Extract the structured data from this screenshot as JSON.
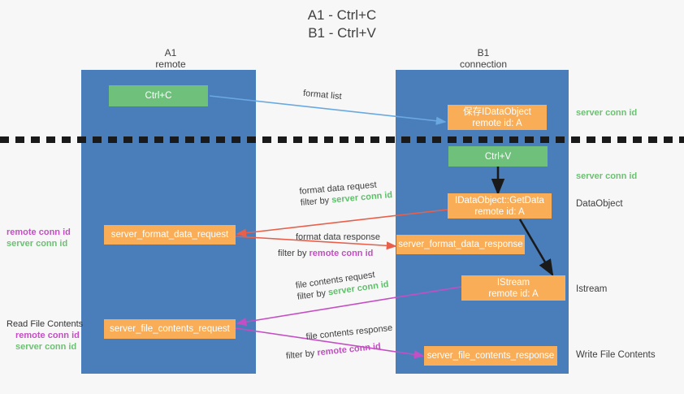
{
  "title": {
    "line1": "A1 - Ctrl+C",
    "line2": "B1 - Ctrl+V"
  },
  "columns": {
    "left": {
      "name": "A1",
      "role": "remote"
    },
    "right": {
      "name": "B1",
      "role": "connection"
    }
  },
  "boxes": {
    "ctrl_c": {
      "label": "Ctrl+C"
    },
    "ctrl_v": {
      "label": "Ctrl+V"
    },
    "idataobject": {
      "line1": "保存IDataObject",
      "line2": "remote id: A"
    },
    "getdata": {
      "line1": "IDataObject::GetData",
      "line2": "remote id: A"
    },
    "istream": {
      "line1": "IStream",
      "line2": "remote id: A"
    },
    "format_data_request": {
      "label": "server_format_data_request"
    },
    "format_data_response": {
      "label": "server_format_data_response"
    },
    "file_contents_request": {
      "label": "server_file_contents_request"
    },
    "file_contents_response": {
      "label": "server_file_contents_response"
    }
  },
  "edges": {
    "format_list": {
      "label": "format list"
    },
    "format_data_request": {
      "label": "format data request",
      "filter_prefix": "filter by ",
      "filter_value": "server conn id"
    },
    "format_data_response": {
      "label": "format data response",
      "filter_prefix": "filter by ",
      "filter_value": "remote conn id"
    },
    "file_contents_request": {
      "label": "file contents request",
      "filter_prefix": "filter by ",
      "filter_value": "server conn id"
    },
    "file_contents_response": {
      "label": "file contents response",
      "filter_prefix": "filter by ",
      "filter_value": "remote conn id"
    }
  },
  "annotations": {
    "right_server_conn_top": "server conn id",
    "right_server_conn_bottom": "server conn id",
    "right_dataobject": "DataObject",
    "right_istream": "Istream",
    "right_write_file": "Write File Contents",
    "left_format": {
      "remote": "remote conn id",
      "server": "server conn id"
    },
    "left_file": {
      "heading": "Read File Contents",
      "remote": "remote conn id",
      "server": "server conn id"
    }
  },
  "colors": {
    "lane_blue": "#4a7ebb",
    "box_green": "#6fc07b",
    "box_orange": "#f9ad56",
    "arrow_blue": "#6aa9e0",
    "arrow_red": "#e8604c",
    "arrow_magenta": "#c44fc4",
    "arrow_black": "#1a1a1a",
    "text_green": "#5fbf6b",
    "text_magenta": "#c44fc4",
    "background": "#f7f7f7"
  }
}
